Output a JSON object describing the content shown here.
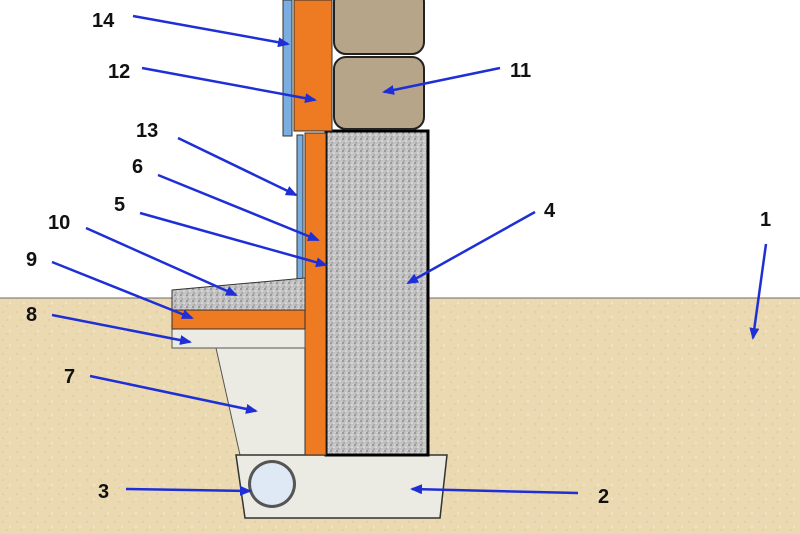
{
  "diagram": {
    "colors": {
      "ground": "#e9d9b0",
      "ground_line": "#6b6b6b",
      "concrete": "#b9b9b9",
      "insulation": "#ee7a22",
      "membrane": "#7aaee0",
      "stone": "#b7a58a",
      "footing": "#ecebe3",
      "arrow": "#1f2fd6",
      "label": "#111111"
    },
    "labels": [
      {
        "id": "1",
        "text": "1"
      },
      {
        "id": "2",
        "text": "2"
      },
      {
        "id": "3",
        "text": "3"
      },
      {
        "id": "4",
        "text": "4"
      },
      {
        "id": "5",
        "text": "5"
      },
      {
        "id": "6",
        "text": "6"
      },
      {
        "id": "7",
        "text": "7"
      },
      {
        "id": "8",
        "text": "8"
      },
      {
        "id": "9",
        "text": "9"
      },
      {
        "id": "10",
        "text": "10"
      },
      {
        "id": "11",
        "text": "11"
      },
      {
        "id": "12",
        "text": "12"
      },
      {
        "id": "13",
        "text": "13"
      },
      {
        "id": "14",
        "text": "14"
      }
    ]
  }
}
